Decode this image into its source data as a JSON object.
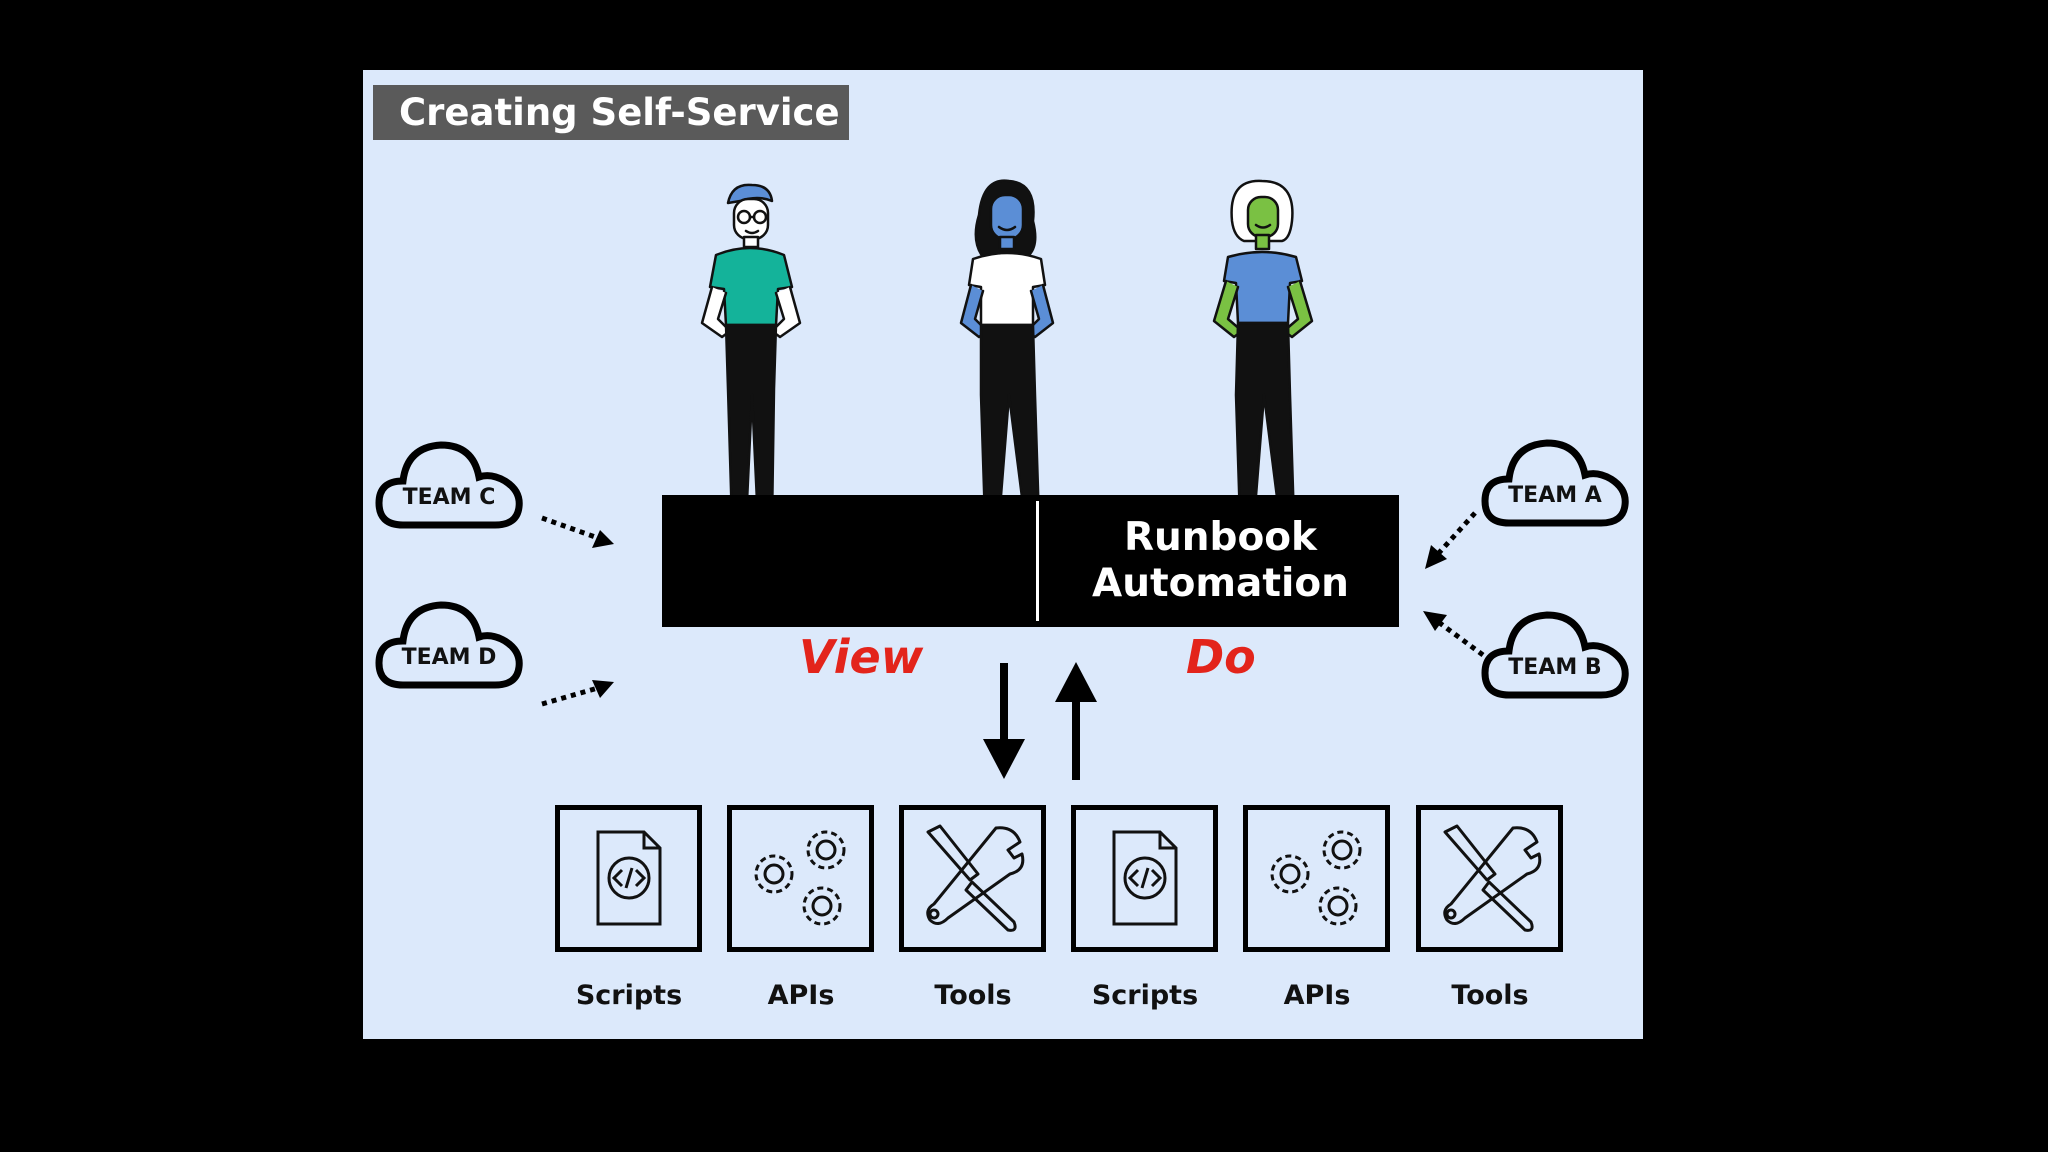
{
  "title": "Creating Self-Service",
  "central_bar": {
    "right_label": "Runbook Automation"
  },
  "labels": {
    "view": "View",
    "do": "Do"
  },
  "teams": [
    "TEAM C",
    "TEAM D",
    "TEAM A",
    "TEAM B"
  ],
  "resources": [
    "Scripts",
    "APIs",
    "Tools",
    "Scripts",
    "APIs",
    "Tools"
  ],
  "icons": [
    "script-code-icon",
    "gears-icon",
    "tools-icon",
    "cloud-icon",
    "person-icon"
  ],
  "colors": {
    "background": "#dce9fb",
    "title_bg": "#5a5a5a",
    "accent_red": "#e3241b",
    "bar": "#000000"
  }
}
